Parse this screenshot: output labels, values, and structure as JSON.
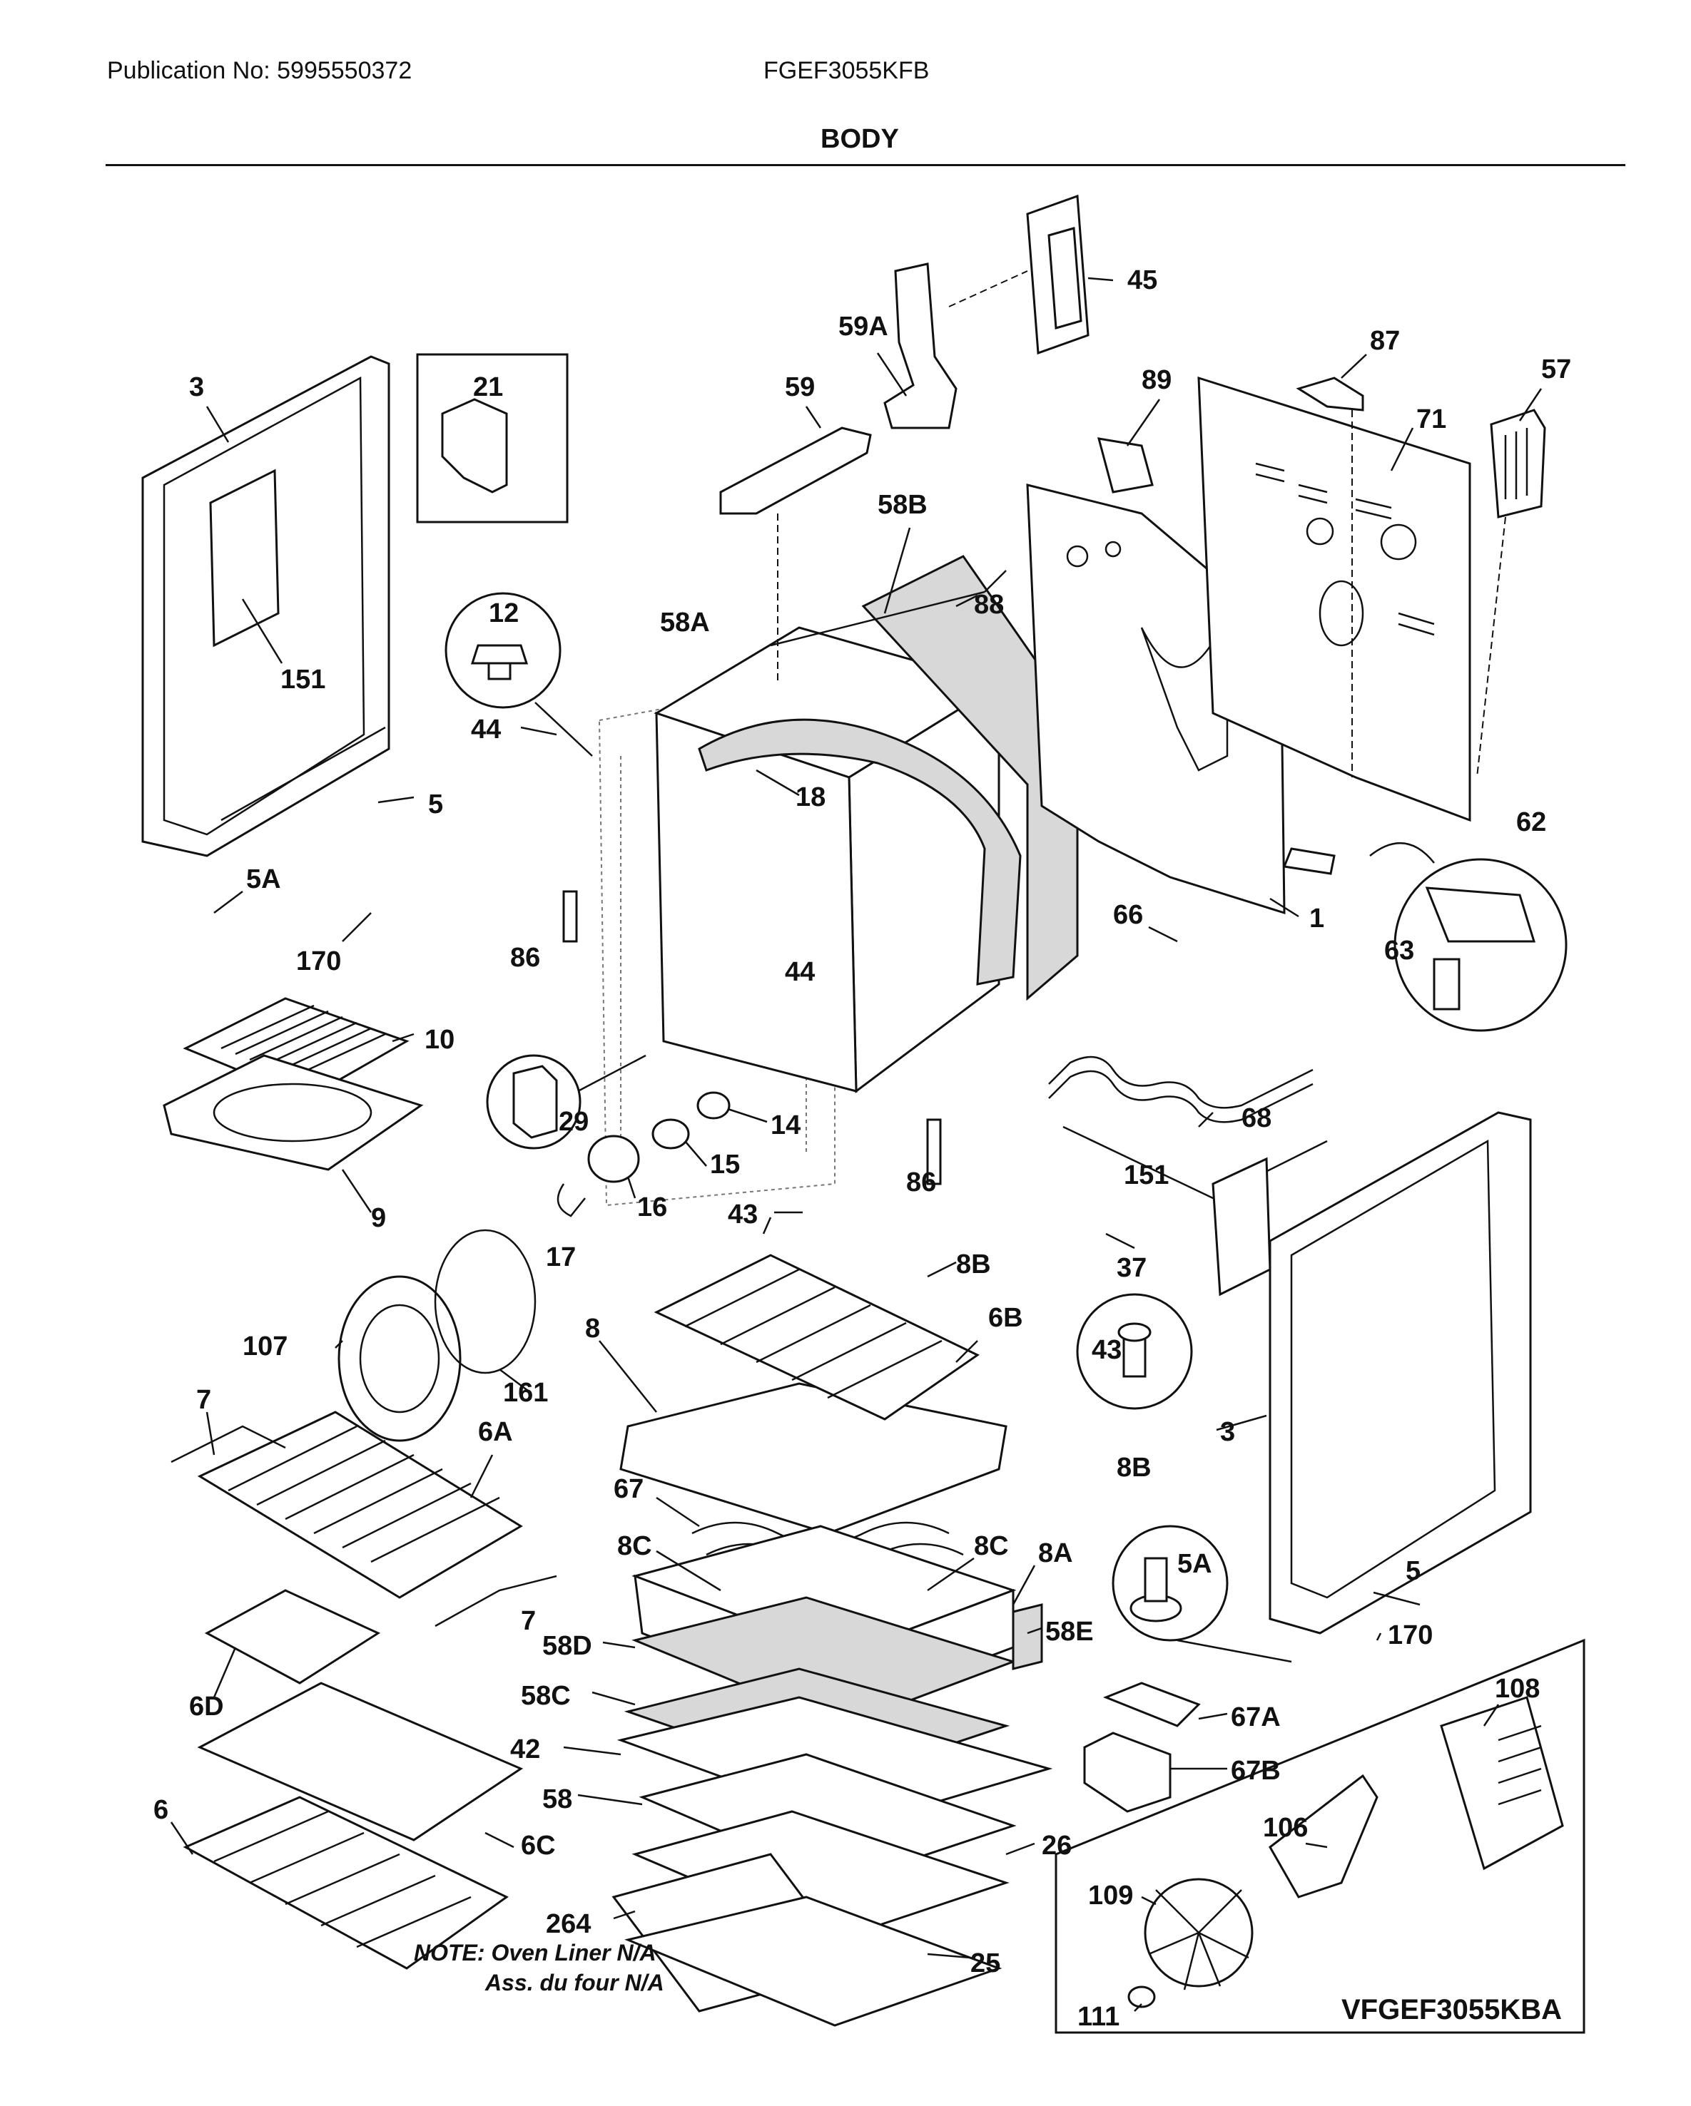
{
  "header": {
    "publication": "Publication No: 5995550372",
    "model": "FGEF3055KFB",
    "section": "BODY"
  },
  "notes": {
    "line1": "NOTE: Oven Liner N/A",
    "line2": "Ass. du four N/A"
  },
  "variant_label": "VFGEF3055KBA",
  "callouts": [
    {
      "id": "3"
    },
    {
      "id": "21"
    },
    {
      "id": "151"
    },
    {
      "id": "5"
    },
    {
      "id": "5A"
    },
    {
      "id": "170"
    },
    {
      "id": "12"
    },
    {
      "id": "44"
    },
    {
      "id": "58A"
    },
    {
      "id": "18"
    },
    {
      "id": "86"
    },
    {
      "id": "59A"
    },
    {
      "id": "59"
    },
    {
      "id": "58B"
    },
    {
      "id": "88"
    },
    {
      "id": "45"
    },
    {
      "id": "87"
    },
    {
      "id": "89"
    },
    {
      "id": "71"
    },
    {
      "id": "57"
    },
    {
      "id": "62"
    },
    {
      "id": "63"
    },
    {
      "id": "1"
    },
    {
      "id": "66"
    },
    {
      "id": "68"
    },
    {
      "id": "10"
    },
    {
      "id": "9"
    },
    {
      "id": "29"
    },
    {
      "id": "14"
    },
    {
      "id": "15"
    },
    {
      "id": "16"
    },
    {
      "id": "17"
    },
    {
      "id": "43"
    },
    {
      "id": "8B"
    },
    {
      "id": "37"
    },
    {
      "id": "107"
    },
    {
      "id": "161"
    },
    {
      "id": "8"
    },
    {
      "id": "6B"
    },
    {
      "id": "7"
    },
    {
      "id": "6A"
    },
    {
      "id": "67"
    },
    {
      "id": "8C"
    },
    {
      "id": "8A"
    },
    {
      "id": "58D"
    },
    {
      "id": "58E"
    },
    {
      "id": "6D"
    },
    {
      "id": "58C"
    },
    {
      "id": "42"
    },
    {
      "id": "58"
    },
    {
      "id": "6"
    },
    {
      "id": "6C"
    },
    {
      "id": "26"
    },
    {
      "id": "264"
    },
    {
      "id": "25"
    },
    {
      "id": "67A"
    },
    {
      "id": "67B"
    },
    {
      "id": "108"
    },
    {
      "id": "106"
    },
    {
      "id": "109"
    },
    {
      "id": "111"
    }
  ]
}
